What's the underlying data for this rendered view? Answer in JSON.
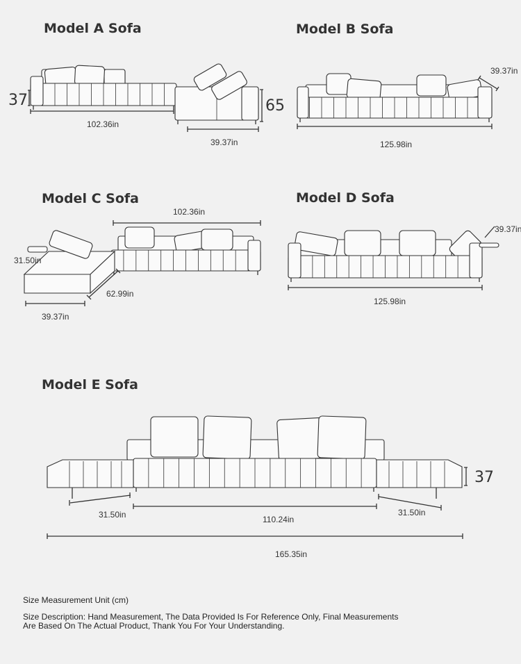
{
  "models": [
    {
      "title": "Model A Sofa",
      "dims": [
        "102.36in",
        "39.37in"
      ],
      "heights": [
        "37",
        "65"
      ]
    },
    {
      "title": "Model B Sofa",
      "dims": [
        "39.37in",
        "125.98in"
      ]
    },
    {
      "title": "Model C Sofa",
      "dims": [
        "102.36in",
        "31.50in",
        "62.99in",
        "39.37in"
      ]
    },
    {
      "title": "Model D Sofa",
      "dims": [
        "39.37in",
        "125.98in"
      ]
    },
    {
      "title": "Model E Sofa",
      "dims": [
        "31.50in",
        "110.24in",
        "31.50in",
        "165.35in"
      ],
      "heights": [
        "37"
      ]
    }
  ],
  "notes": {
    "unit": "Size Measurement Unit (cm)",
    "description_line1": "Size Description: Hand Measurement, The Data Provided Is For Reference Only, Final Measurements",
    "description_line2": "Are Based On The Actual Product, Thank You For Your Understanding."
  }
}
